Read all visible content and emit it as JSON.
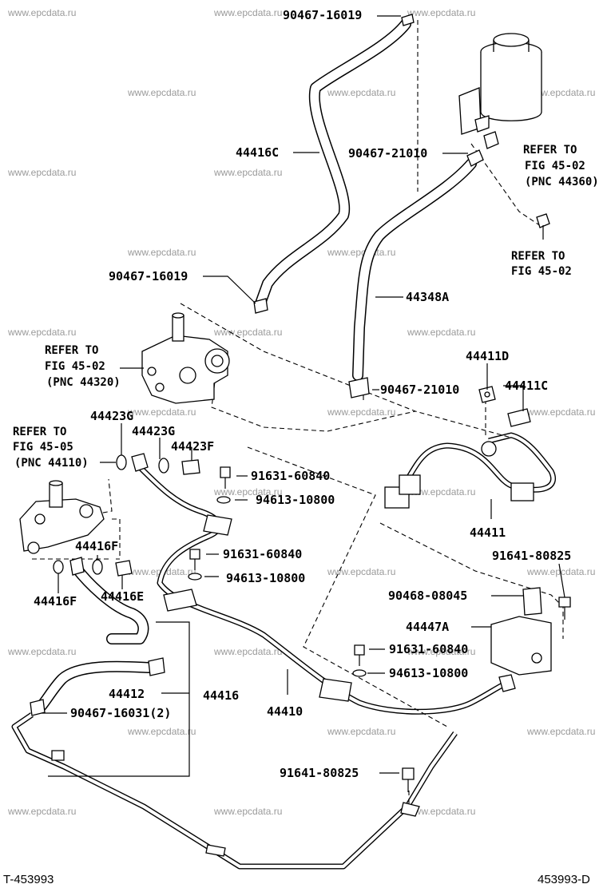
{
  "watermark": "www.epcdata.ru",
  "labels": {
    "p90467_16019_top": "90467-16019",
    "p44416C": "44416C",
    "p90467_21010_top": "90467-21010",
    "p90467_16019_mid": "90467-16019",
    "p44348A": "44348A",
    "p90467_21010_bot": "90467-21010",
    "p44411D": "44411D",
    "p44411C": "44411C",
    "p44423G_a": "44423G",
    "p44423G_b": "44423G",
    "p44423F": "44423F",
    "p91631_60840_a": "91631-60840",
    "p94613_10800_a": "94613-10800",
    "p44411": "44411",
    "p44416F_a": "44416F",
    "p91631_60840_b": "91631-60840",
    "p94613_10800_b": "94613-10800",
    "p91641_80825_a": "91641-80825",
    "p44416F_b": "44416F",
    "p44416E": "44416E",
    "p90468_08045": "90468-08045",
    "p44447A": "44447A",
    "p91631_60840_c": "91631-60840",
    "p94613_10800_c": "94613-10800",
    "p44412": "44412",
    "p44416": "44416",
    "p44410": "44410",
    "p90467_16031": "90467-16031(2)",
    "p91641_80825_b": "91641-80825"
  },
  "refs": {
    "tank": [
      "REFER TO",
      "FIG 45-02",
      "(PNC 44360)"
    ],
    "bolt": [
      "REFER TO",
      "FIG 45-02"
    ],
    "pump": [
      "REFER TO",
      "FIG 45-02",
      "(PNC 44320)"
    ],
    "gear": [
      "REFER TO",
      "FIG 45-05",
      "(PNC 44110)"
    ]
  },
  "footer": {
    "left_code": "T-453993",
    "right_code": "453993-D"
  }
}
